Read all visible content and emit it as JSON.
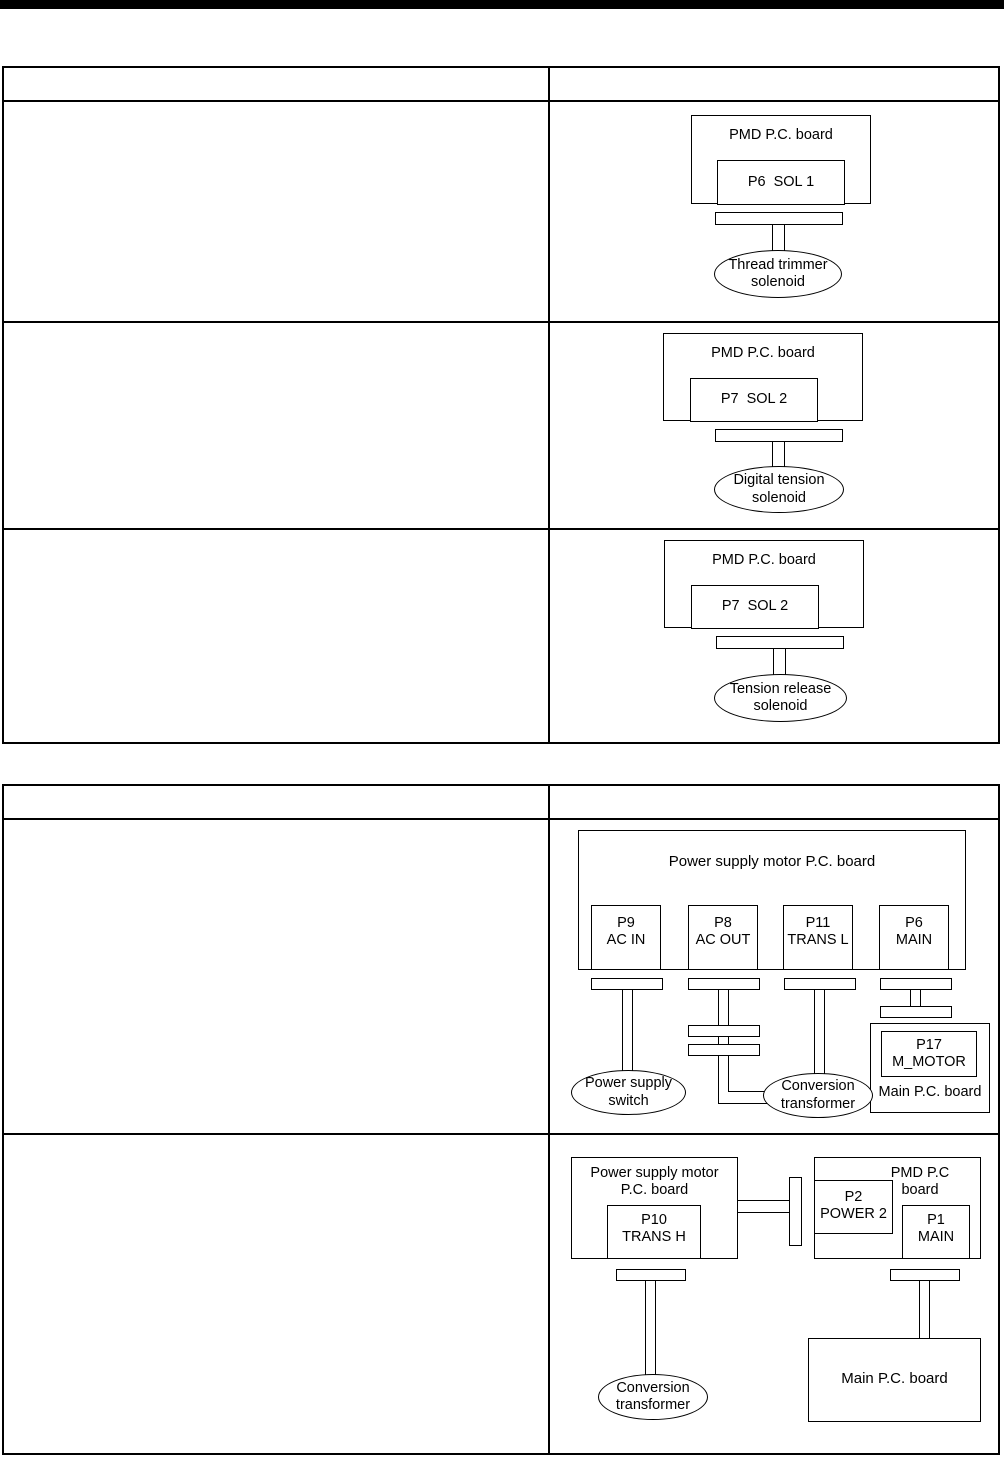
{
  "page": {
    "top_rule_color": "#000000",
    "background": "#ffffff",
    "line_color": "#000000"
  },
  "tables": [
    {
      "name": "solenoid-wiring-table",
      "header": {
        "left_label": "",
        "right_label": ""
      },
      "rows": [
        {
          "left_label": "",
          "diagram": "diagram-thread-trimmer-solenoid"
        },
        {
          "left_label": "",
          "diagram": "diagram-digital-tension-solenoid"
        },
        {
          "left_label": "",
          "diagram": "diagram-tension-release-solenoid"
        }
      ]
    },
    {
      "name": "power-supply-wiring-table",
      "header": {
        "left_label": "",
        "right_label": ""
      },
      "rows": [
        {
          "left_label": "",
          "diagram": "diagram-power-supply-motor-board"
        },
        {
          "left_label": "",
          "diagram": "diagram-trans-h-pmd-main"
        }
      ]
    }
  ],
  "diagrams": {
    "thread_trimmer": {
      "board_label": "PMD P.C. board",
      "connector_label": "P6  SOL 1",
      "device_label": "Thread trimmer\nsolenoid"
    },
    "digital_tension": {
      "board_label": "PMD P.C. board",
      "connector_label": "P7  SOL 2",
      "device_label": "Digital tension\nsolenoid"
    },
    "tension_release": {
      "board_label": "PMD P.C. board",
      "connector_label": "P7  SOL 2",
      "device_label": "Tension release\nsolenoid"
    },
    "power_supply_motor_board": {
      "board_label": "Power supply motor P.C. board",
      "connectors": [
        {
          "id": "P9",
          "line1": "P9",
          "line2": "AC IN"
        },
        {
          "id": "P8",
          "line1": "P8",
          "line2": "AC OUT"
        },
        {
          "id": "P11",
          "line1": "P11",
          "line2": "TRANS L"
        },
        {
          "id": "P6",
          "line1": "P6",
          "line2": "MAIN"
        }
      ],
      "devices": [
        {
          "id": "power-supply-switch",
          "label": "Power supply\nswitch"
        },
        {
          "id": "conversion-transformer",
          "label": "Conversion\ntransformer"
        }
      ],
      "main_board": {
        "label": "Main P.C. board",
        "connector_line1": "P17",
        "connector_line2": "M_MOTOR"
      }
    },
    "trans_h_pmd_main": {
      "psm_board_label": "Power supply motor\nP.C. board",
      "psm_connector_line1": "P10",
      "psm_connector_line2": "TRANS H",
      "pmd_board_label": "PMD P.C\nboard",
      "pmd_connector_p2_line1": "P2",
      "pmd_connector_p2_line2": "POWER 2",
      "pmd_connector_p1_line1": "P1",
      "pmd_connector_p1_line2": "MAIN",
      "conversion_transformer_label": "Conversion\ntransformer",
      "main_board_label": "Main P.C. board"
    }
  }
}
